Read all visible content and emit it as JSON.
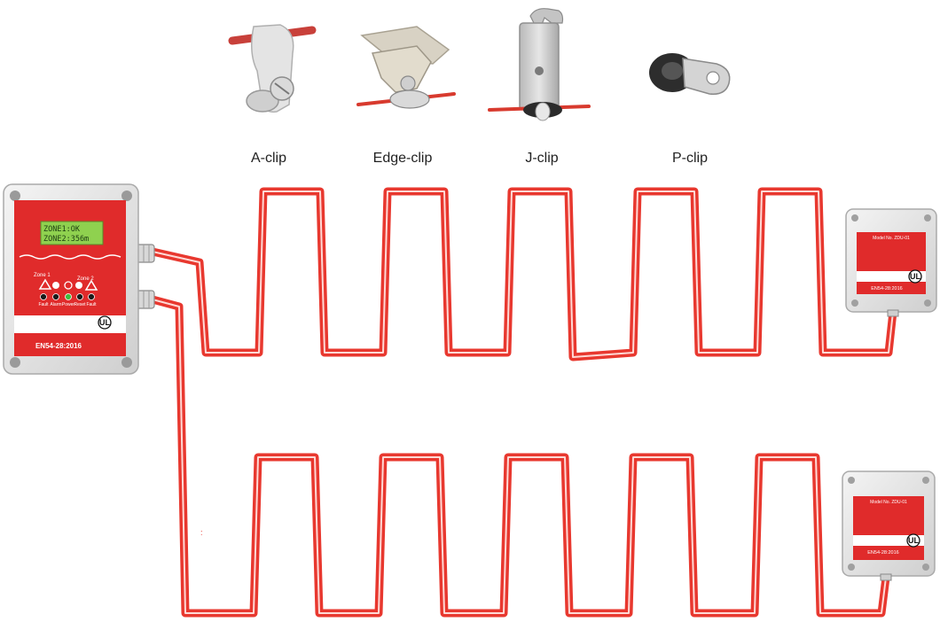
{
  "clips": [
    {
      "label": "A-clip",
      "icon": "a-clip-icon"
    },
    {
      "label": "Edge-clip",
      "icon": "edge-clip-icon"
    },
    {
      "label": "J-clip",
      "icon": "j-clip-icon"
    },
    {
      "label": "P-clip",
      "icon": "p-clip-icon"
    }
  ],
  "controller": {
    "display_line1": "ZONE1:OK",
    "display_line2": "ZONE2:356m",
    "zone1_label": "Zone 1",
    "zone2_label": "Zone 2",
    "indicator_labels": [
      "Fault",
      "Alarm",
      "Power",
      "Reset",
      "Fault"
    ],
    "standard": "EN54-28:2016",
    "certification": "UL"
  },
  "end_boxes": [
    {
      "title": "Model No. ZDU-01",
      "standard": "EN54-28:2016",
      "certification": "UL"
    },
    {
      "title": "Model No. ZDU-01",
      "standard": "EN54-28:2016",
      "certification": "UL"
    }
  ],
  "colors": {
    "cable": "#e8382f",
    "panel_red": "#e02b2b",
    "enclosure": "#eaeaea",
    "lcd": "#8fd14f"
  }
}
